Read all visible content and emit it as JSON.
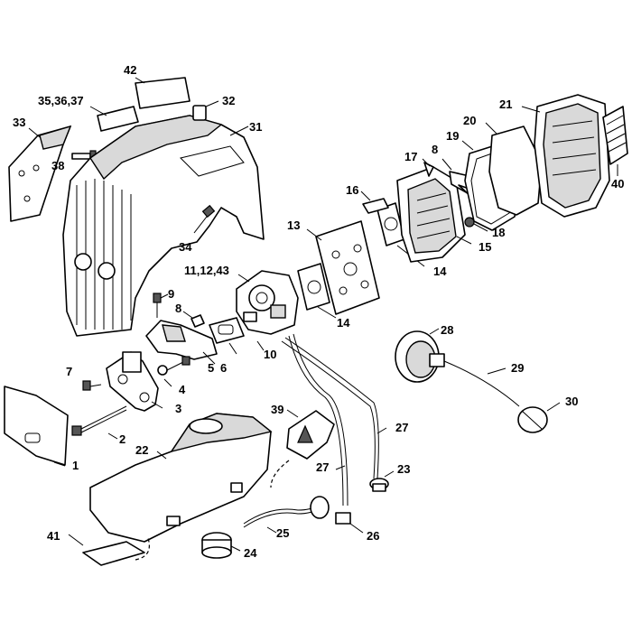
{
  "labels": {
    "l1": "1",
    "l2": "2",
    "l3": "3",
    "l4": "4",
    "l5": "5",
    "l6": "6",
    "l7": "7",
    "l8a": "8",
    "l8b": "8",
    "l9": "9",
    "l10": "10",
    "l111243": "11,12,43",
    "l13": "13",
    "l14a": "14",
    "l14b": "14",
    "l15": "15",
    "l16": "16",
    "l17": "17",
    "l18": "18",
    "l19": "19",
    "l20": "20",
    "l21": "21",
    "l22": "22",
    "l23": "23",
    "l24": "24",
    "l25": "25",
    "l26": "26",
    "l27a": "27",
    "l27b": "27",
    "l28": "28",
    "l29": "29",
    "l30": "30",
    "l31": "31",
    "l32": "32",
    "l33": "33",
    "l34": "34",
    "l353637": "35,36,37",
    "l38": "38",
    "l39": "39",
    "l40": "40",
    "l41": "41",
    "l42": "42"
  }
}
